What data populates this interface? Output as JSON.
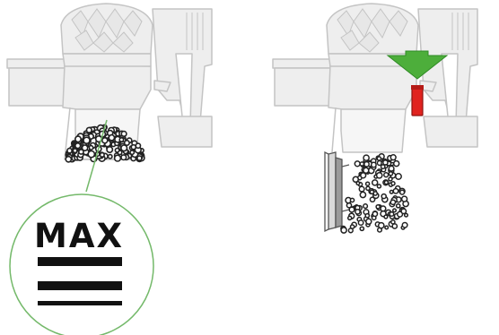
{
  "callout": {
    "label": "MAX"
  },
  "colors": {
    "vacuum_fill": "#eeeeee",
    "vacuum_stroke": "#c4c4c4",
    "callout_ring": "#74b96a",
    "arrow_green": "#4dae3b",
    "release_red": "#e0231f",
    "debris": "#2a2a2a"
  },
  "icons": [
    "vacuum-illustration",
    "debris-pile",
    "max-fill-indicator",
    "release-arrow",
    "red-release-lever",
    "bin-base-flap",
    "falling-debris"
  ]
}
